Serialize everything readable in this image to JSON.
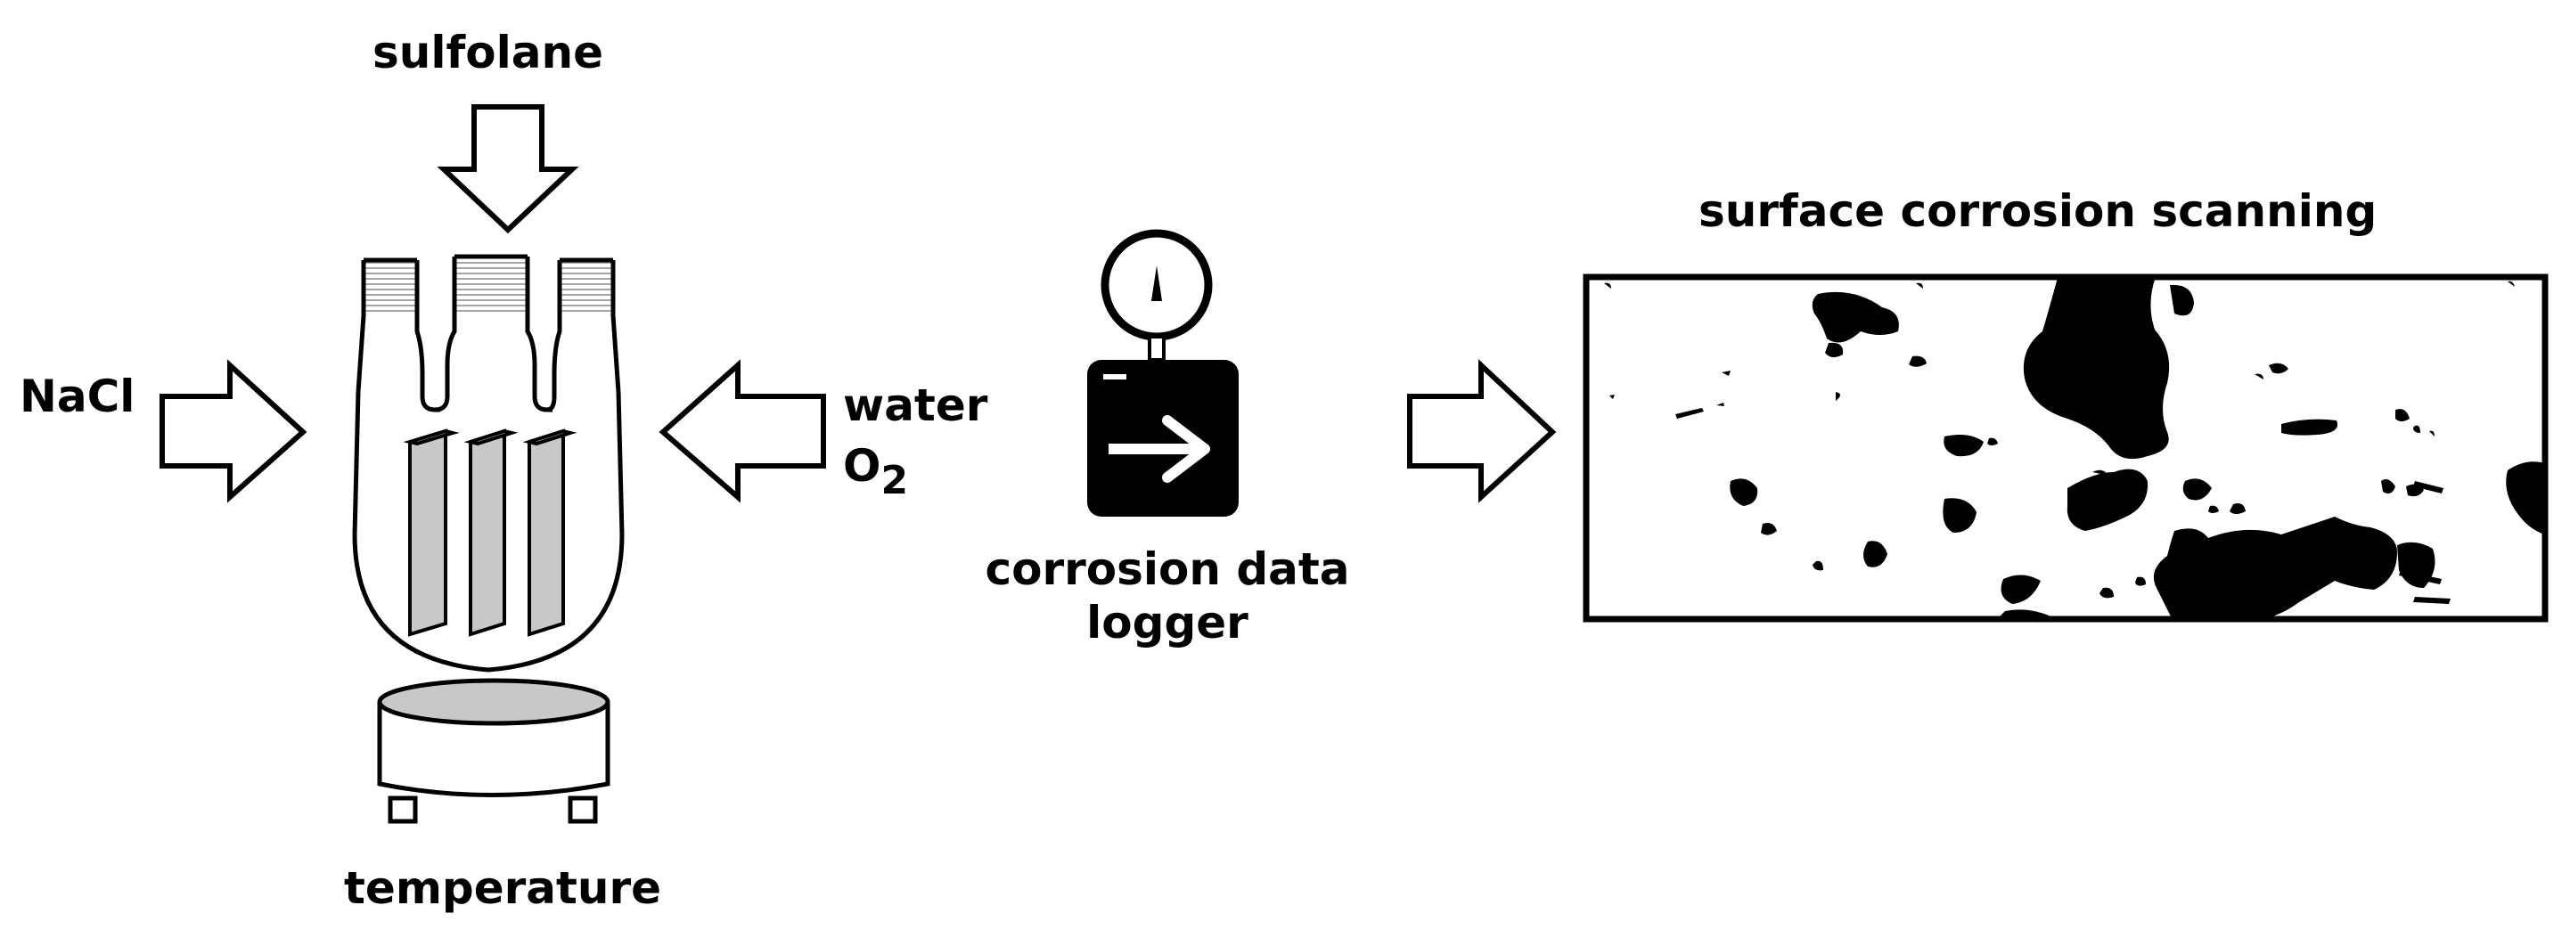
{
  "labels": {
    "sulfolane": "sulfolane",
    "nacl": "NaCl",
    "water": "water",
    "o2_main": "O",
    "o2_sub": "2",
    "temperature": "temperature",
    "logger_line1": "corrosion data",
    "logger_line2": "logger",
    "scan_title": "surface corrosion scanning"
  },
  "icons": {
    "inputs": "hollow-arrow-icon",
    "flask": "three-neck-flask-icon",
    "heater": "heating-plate-icon",
    "logger": "data-logger-icon",
    "scan": "corrosion-scan-image"
  },
  "colors": {
    "stroke": "#000000",
    "sample_fill": "#c8c8c8",
    "heater_top": "#c8c8c8",
    "corrosion": "#000000"
  }
}
